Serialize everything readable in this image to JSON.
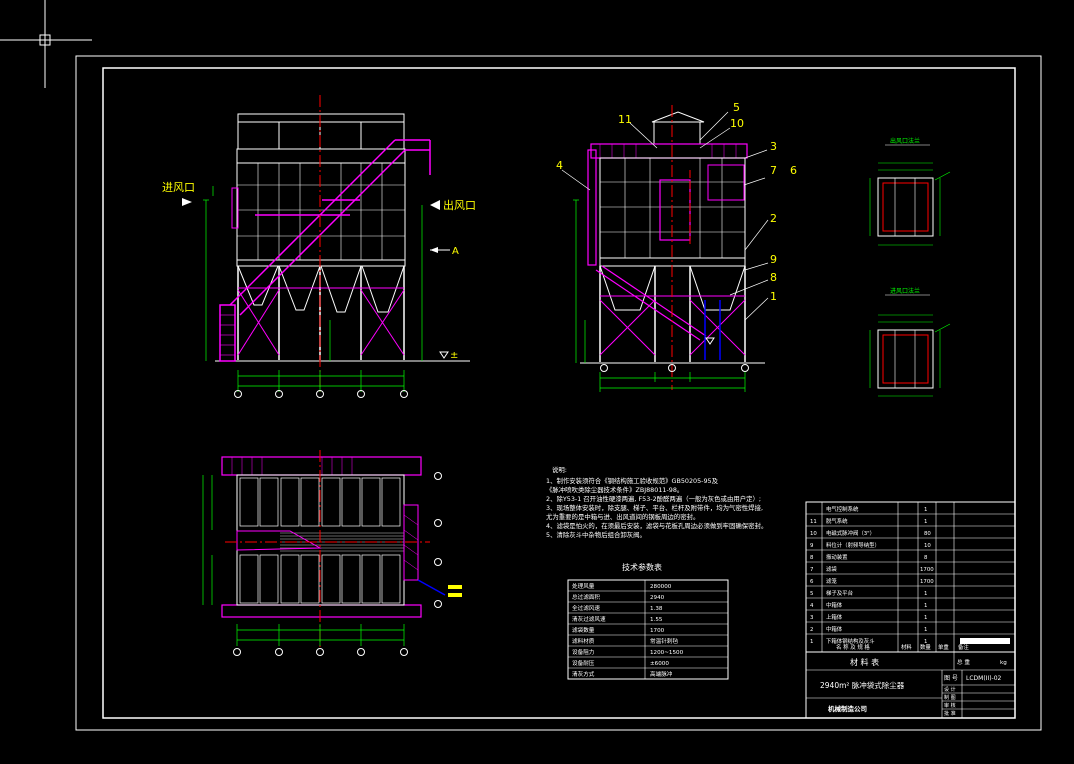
{
  "colors": {
    "background": "#000000",
    "border": "#ffffff",
    "structure": "#ffffff",
    "ladder": "#ff00ff",
    "centerline": "#ff0000",
    "dimension": "#00ff00",
    "label": "#ffff00",
    "duct": "#0000ff"
  },
  "labels": {
    "inlet": "进风口",
    "outlet": "出风口",
    "section_a": "A",
    "ground": "±",
    "callouts": [
      "11",
      "5",
      "10",
      "3",
      "4",
      "7",
      "6",
      "2",
      "9",
      "8",
      "1"
    ],
    "outlet_detail_title": "出风口法兰",
    "inlet_detail_title": "进风口法兰"
  },
  "notes": {
    "title": "说明:",
    "lines": [
      "1、制作安装须符合《钢结构施工验收规范》GB50205-95及",
      "   《脉冲喷吹类除尘器技术条件》ZBJ88011-98。",
      "2、除Y53-1 召开油性硬漆两遍, F53-2酚醛两遍（一般为灰色或由用户定）;",
      "3、现场整体安装时，除支腿、梯子、平台、栏杆及附带件，均为气密性焊接,",
      "   尤为重要的是中箱与进、出风道间的钢板周边的密封。",
      "4、滤袋是怕火的，在须最后安装，滤袋与花板孔周边必须做到牢固确保密封。",
      "5、清除灰斗中杂物后组合卸灰阀。"
    ]
  },
  "tech_table": {
    "title": "技术参数表",
    "rows": [
      [
        "处理风量",
        "280000"
      ],
      [
        "总过滤面积",
        "2940"
      ],
      [
        "全过滤风速",
        "1.38"
      ],
      [
        "清灰过滤风速",
        "1.55"
      ],
      [
        "滤袋数量",
        "1700"
      ],
      [
        "滤料材质",
        "常温针刺毡"
      ],
      [
        "设备阻力",
        "1200~1500"
      ],
      [
        "设备耐压",
        "±6000"
      ],
      [
        "清灰方式",
        "高端脉冲"
      ]
    ]
  },
  "bom": {
    "rows": [
      [
        "",
        "电气控制系统",
        "",
        "1"
      ],
      [
        "11",
        "脱气系统",
        "",
        "1"
      ],
      [
        "10",
        "电磁式脉冲阀（3\"）",
        "",
        "80"
      ],
      [
        "9",
        "料位计（射频导纳型）",
        "",
        "10"
      ],
      [
        "8",
        "振动装置",
        "",
        "8"
      ],
      [
        "7",
        "滤袋",
        "",
        "1700"
      ],
      [
        "6",
        "滤笼",
        "",
        "1700"
      ],
      [
        "5",
        "梯子及平台",
        "",
        "1"
      ],
      [
        "4",
        "中箱体",
        "",
        "1"
      ],
      [
        "3",
        "上箱体",
        "",
        "1"
      ],
      [
        "2",
        "中箱体",
        "",
        "1"
      ],
      [
        "1",
        "下箱体钢结构及灰斗",
        "",
        "1"
      ]
    ],
    "header": [
      "名 称 及 规 格",
      "材料",
      "数量",
      "单重",
      "备注"
    ],
    "material_table_label": "材 料 表",
    "total_label": "总 重",
    "unit": "kg"
  },
  "title_block": {
    "drawing_title": "2940m² 脉冲袋式除尘器",
    "drawing_no_label": "图 号",
    "drawing_no": "LCDM(II)-02",
    "roles": [
      "设 计",
      "制 图",
      "审 核",
      "批 准"
    ],
    "company": "机械制造公司"
  }
}
